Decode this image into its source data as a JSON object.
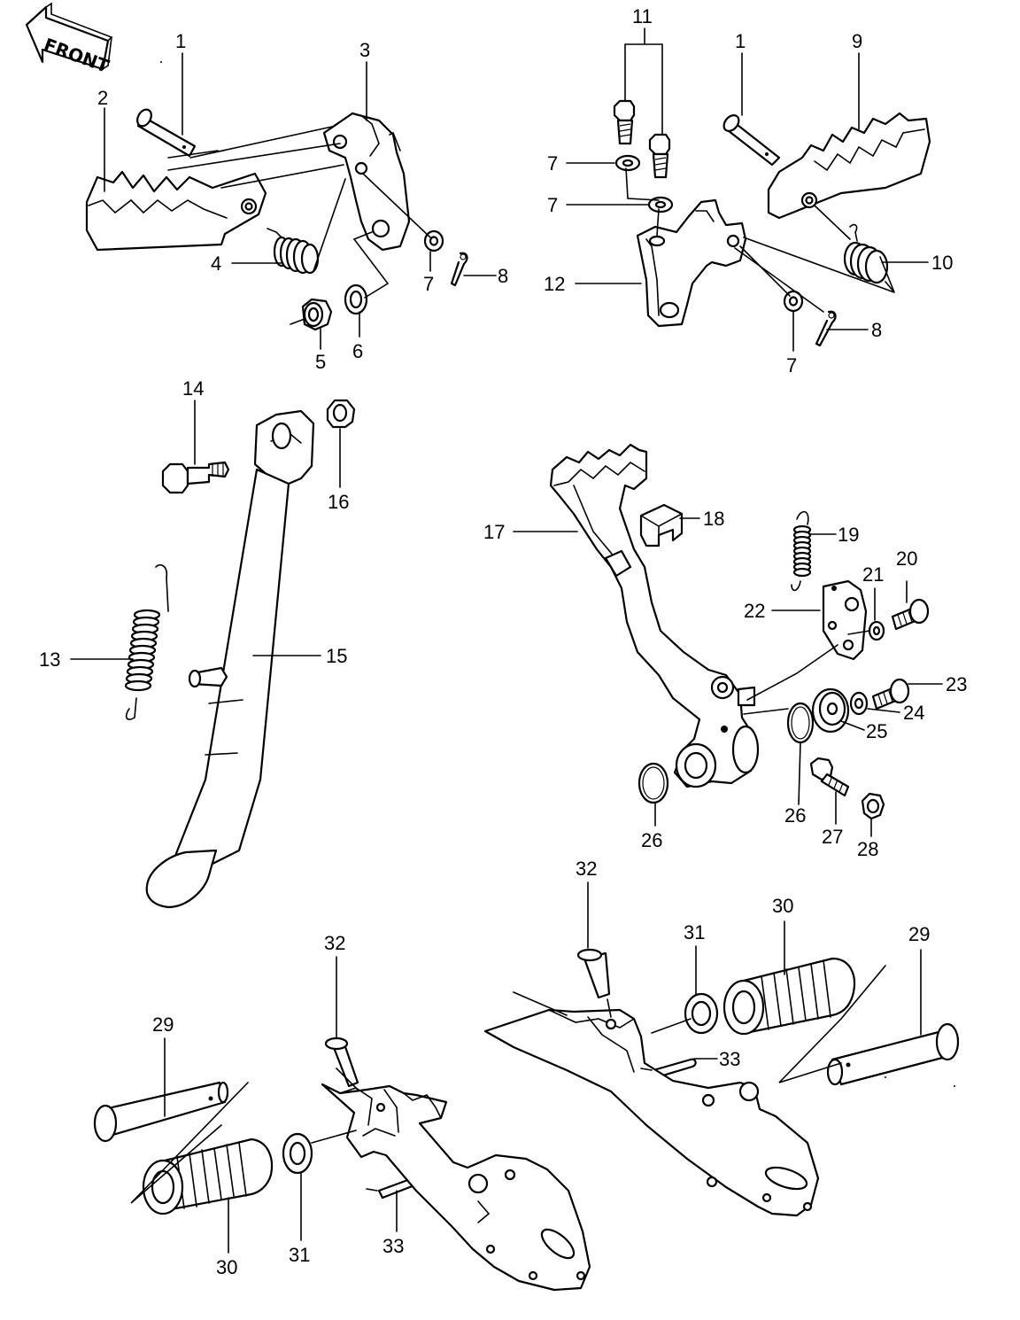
{
  "direction_label": "FRONT",
  "callouts": {
    "c1a": "1",
    "c2": "2",
    "c3": "3",
    "c4": "4",
    "c5": "5",
    "c6": "6",
    "c7a": "7",
    "c8a": "8",
    "c11": "11",
    "c1b": "1",
    "c9": "9",
    "c7b": "7",
    "c7c": "7",
    "c12": "12",
    "c10": "10",
    "c7d": "7",
    "c8b": "8",
    "c14": "14",
    "c16": "16",
    "c13": "13",
    "c15": "15",
    "c17": "17",
    "c18": "18",
    "c19": "19",
    "c20": "20",
    "c21": "21",
    "c22": "22",
    "c23": "23",
    "c24": "24",
    "c25": "25",
    "c26a": "26",
    "c26b": "26",
    "c27": "27",
    "c28": "28",
    "c32a": "32",
    "c31a": "31",
    "c30a": "30",
    "c29a": "29",
    "c33a": "33",
    "c32b": "32",
    "c29b": "29",
    "c30b": "30",
    "c31b": "31",
    "c33b": "33"
  }
}
